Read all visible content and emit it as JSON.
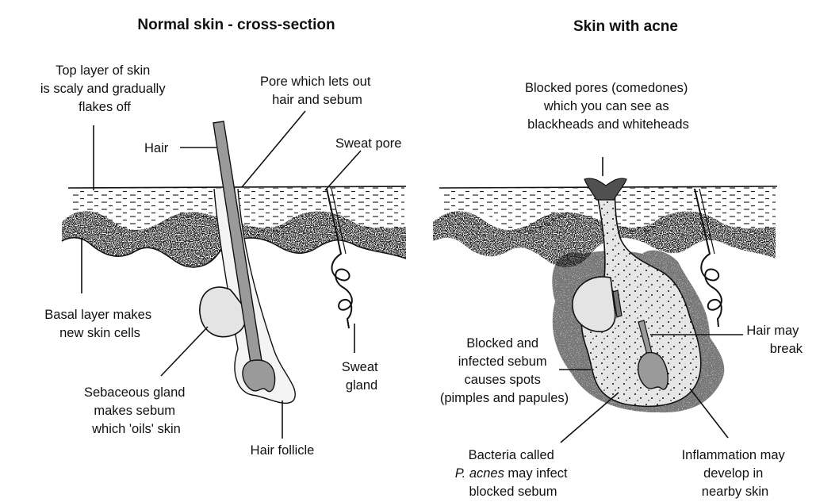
{
  "left_panel": {
    "title": "Normal skin - cross-section",
    "labels": {
      "top_layer": [
        "Top layer of skin",
        "is scaly and gradually",
        "flakes off"
      ],
      "pore": [
        "Pore which lets out",
        "hair and sebum"
      ],
      "hair": "Hair",
      "sweat_pore": "Sweat pore",
      "basal_layer": [
        "Basal layer makes",
        "new skin cells"
      ],
      "sweat_gland": [
        "Sweat",
        "gland"
      ],
      "sebaceous_gland": [
        "Sebaceous gland",
        "makes sebum",
        "which 'oils' skin"
      ],
      "hair_follicle": "Hair follicle"
    }
  },
  "right_panel": {
    "title": "Skin with acne",
    "labels": {
      "blocked_pores": [
        "Blocked pores  (comedones)",
        "which you can see as",
        "blackheads and whiteheads"
      ],
      "hair_break": [
        "Hair may",
        "break"
      ],
      "infected_sebum": [
        "Blocked and",
        "infected sebum",
        "causes spots",
        "(pimples and papules)"
      ],
      "bacteria_italic": "P. acnes",
      "bacteria_lines": [
        "Bacteria called",
        " may infect",
        "blocked sebum"
      ],
      "inflammation": [
        "Inflammation may",
        "develop in",
        "nearby skin"
      ]
    }
  },
  "colors": {
    "ink": "#111111",
    "gland_fill": "#e4e4e4",
    "hair_fill": "#9a9a9a",
    "follicle_fill": "#f2f2f2",
    "blackhead": "#505050"
  }
}
